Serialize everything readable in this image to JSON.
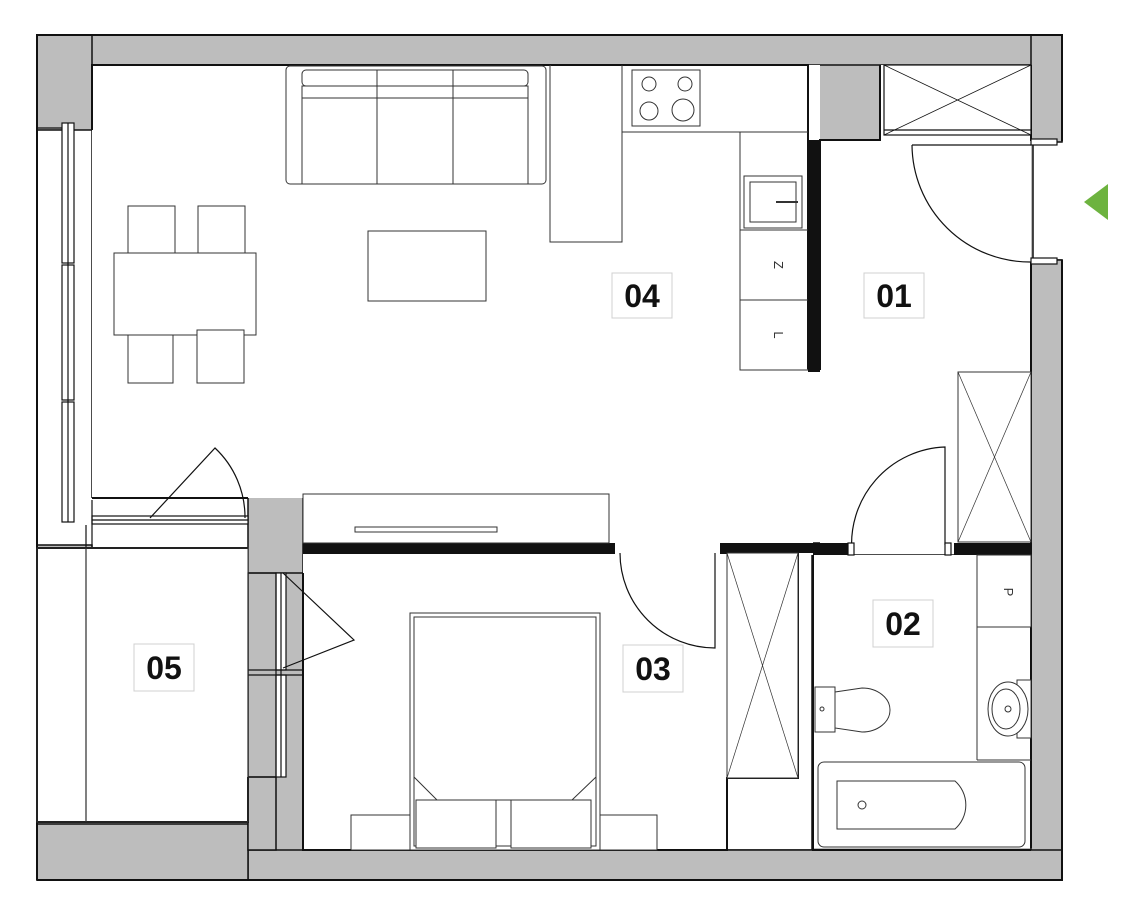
{
  "rooms": [
    {
      "id": "04"
    },
    {
      "id": "01"
    },
    {
      "id": "02"
    },
    {
      "id": "03"
    },
    {
      "id": "05"
    }
  ],
  "fixtures": {
    "kitchen_mark_1": "Z",
    "kitchen_mark_2": "L",
    "bathroom_mark": "P"
  },
  "entrance": {
    "icon": "entrance-arrow-icon"
  },
  "colors": {
    "wall": "#bdbdbd",
    "line": "#111111",
    "accent": "#6db33f",
    "floor": "#ffffff"
  }
}
